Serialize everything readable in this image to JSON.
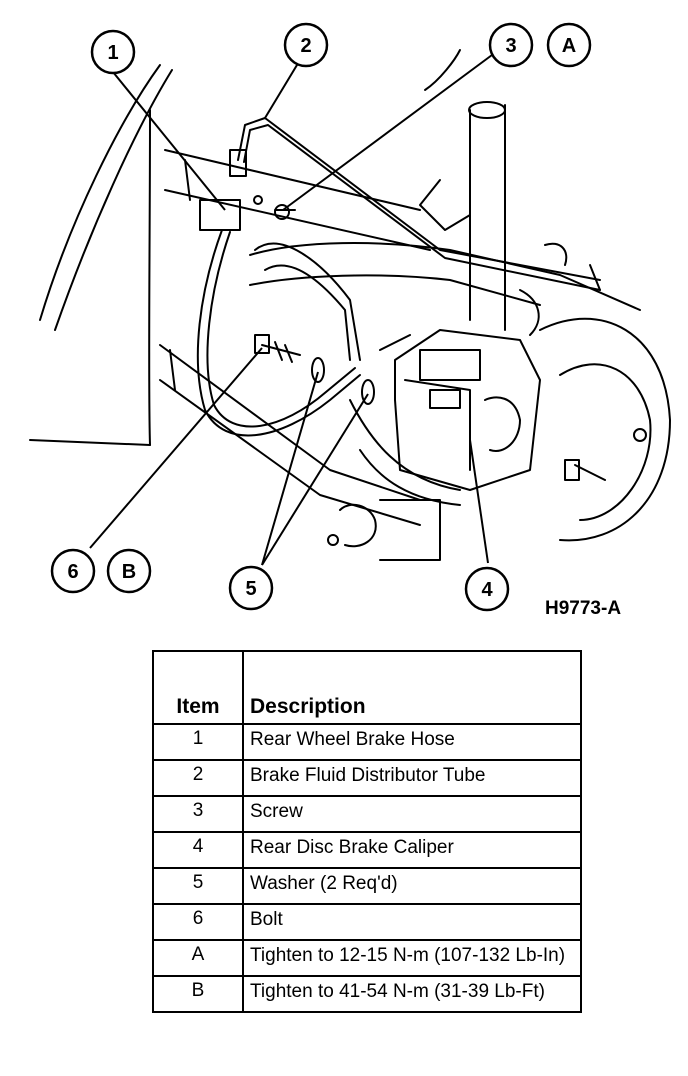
{
  "figure": {
    "callouts": [
      "1",
      "2",
      "3",
      "A",
      "4",
      "5",
      "6",
      "B"
    ],
    "figure_id": "H9773-A"
  },
  "legend": {
    "header_item": "Item",
    "header_description": "Description",
    "rows": [
      {
        "item": "1",
        "description": "Rear Wheel Brake Hose"
      },
      {
        "item": "2",
        "description": "Brake Fluid Distributor Tube"
      },
      {
        "item": "3",
        "description": "Screw"
      },
      {
        "item": "4",
        "description": "Rear Disc Brake Caliper"
      },
      {
        "item": "5",
        "description": "Washer (2 Req'd)"
      },
      {
        "item": "6",
        "description": "Bolt"
      },
      {
        "item": "A",
        "description": "Tighten to 12-15 N-m (107-132 Lb-In)"
      },
      {
        "item": "B",
        "description": "Tighten to 41-54 N-m (31-39 Lb-Ft)"
      }
    ]
  }
}
